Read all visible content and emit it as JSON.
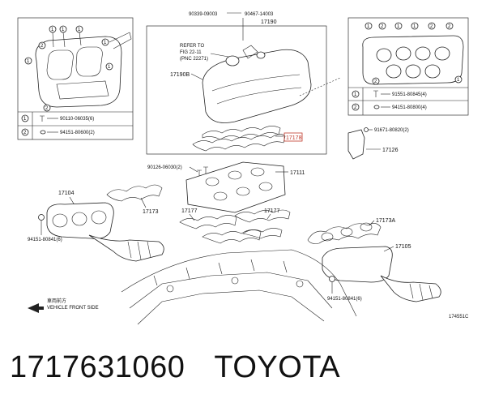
{
  "labels": {
    "p_90339": "90339-09003",
    "p_90467": "90467-14003",
    "p_17190": "17190",
    "refer_1": "REFER TO",
    "refer_2": "FIG 22-11",
    "refer_3": "(PNC 22271)",
    "p_17190B": "17190B",
    "p_17178": "17178",
    "p_91671": "91671-80820(2)",
    "p_17126": "17126",
    "p_90126": "90126-06030(2)",
    "p_17111": "17111",
    "p_17104": "17104",
    "p_17173": "17173",
    "p_17177a": "17177",
    "p_17177b": "17177",
    "p_17173A": "17173A",
    "p_17105": "17105",
    "p_94151a": "94151-80841(6)",
    "p_94151b": "94151-80841(6)",
    "vehicle_jp": "車両前方",
    "vehicle_en": "VEHICLE FRONT SIDE",
    "fig_no": "174551C"
  },
  "left_table": {
    "row1_num": "1",
    "row1_part": "90110-06035(6)",
    "row2_num": "2",
    "row2_part": "94151-80600(2)"
  },
  "right_table": {
    "row1_num": "1",
    "row1_part": "91551-80845(4)",
    "row2_num": "2",
    "row2_part": "94151-80800(4)"
  },
  "caption": {
    "part_number": "1717631060",
    "brand": "TOYOTA"
  },
  "colors": {
    "highlight": "#c0392b",
    "line": "#222222"
  }
}
